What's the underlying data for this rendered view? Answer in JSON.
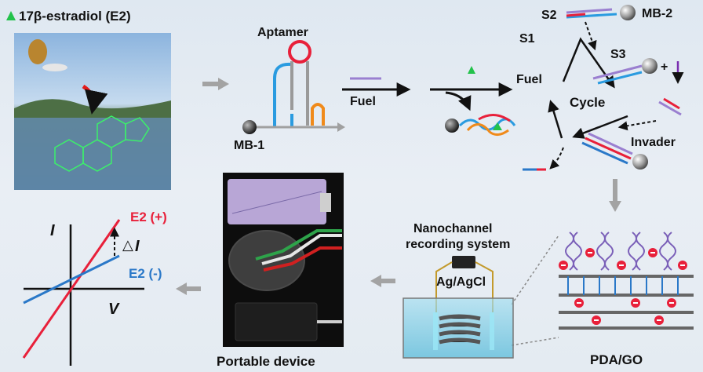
{
  "header": {
    "title": "17β-estradiol (E2)"
  },
  "aptamer_panel": {
    "aptamer_label": "Aptamer",
    "bead_label": "MB-1",
    "fuel_label": "Fuel"
  },
  "cycle_panel": {
    "s2_label": "S2",
    "s1_label": "S1",
    "mb2_label": "MB-2",
    "s3_label": "S3",
    "plus_sign": "+",
    "fuel_label": "Fuel",
    "cycle_label": "Cycle",
    "invader_label": "Invader"
  },
  "nanochannel_panel": {
    "title_line1": "Nanochannel",
    "title_line2": "recording system",
    "electrode_label": "Ag/AgCl",
    "membrane_label": "PDA/GO"
  },
  "device_panel": {
    "caption": "Portable device"
  },
  "iv_panel": {
    "y_axis": "I",
    "x_axis": "V",
    "delta_label": "△",
    "delta_symbol": "I",
    "positive_label": "E2 (+)",
    "negative_label": "E2 (-)"
  },
  "colors": {
    "red": "#e8203a",
    "blue": "#2a78c8",
    "purple": "#9a7fd0",
    "green": "#23c24b",
    "orange": "#f08a1a"
  }
}
